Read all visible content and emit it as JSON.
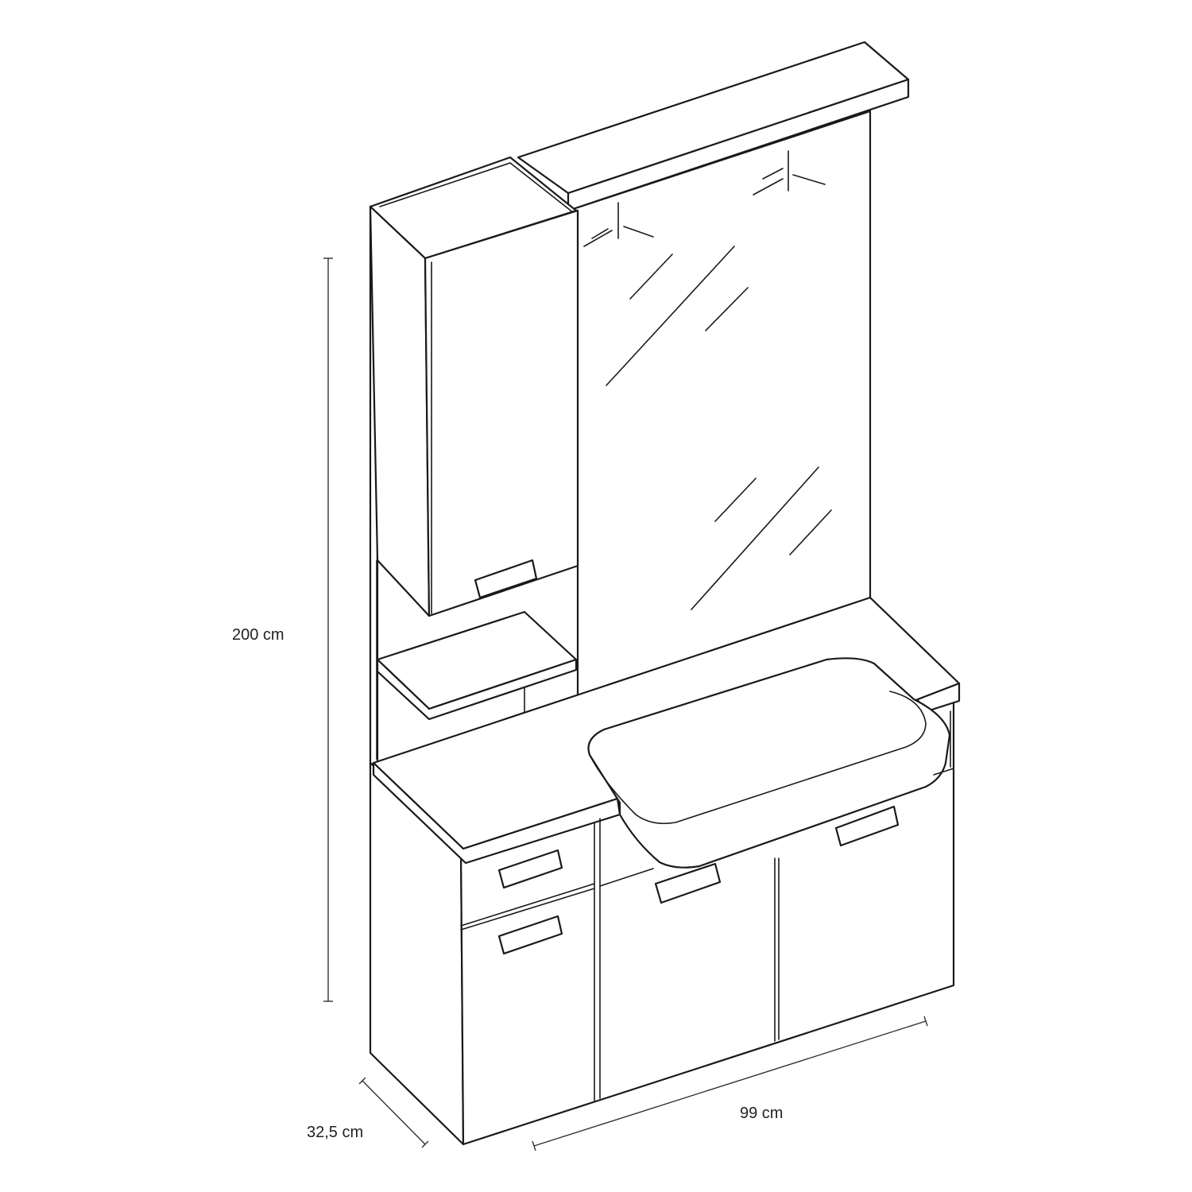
{
  "dimensions": {
    "height": "200 cm",
    "width": "99 cm",
    "depth": "32,5 cm"
  },
  "colors": {
    "line": "#1a1a1a",
    "background": "#ffffff"
  }
}
